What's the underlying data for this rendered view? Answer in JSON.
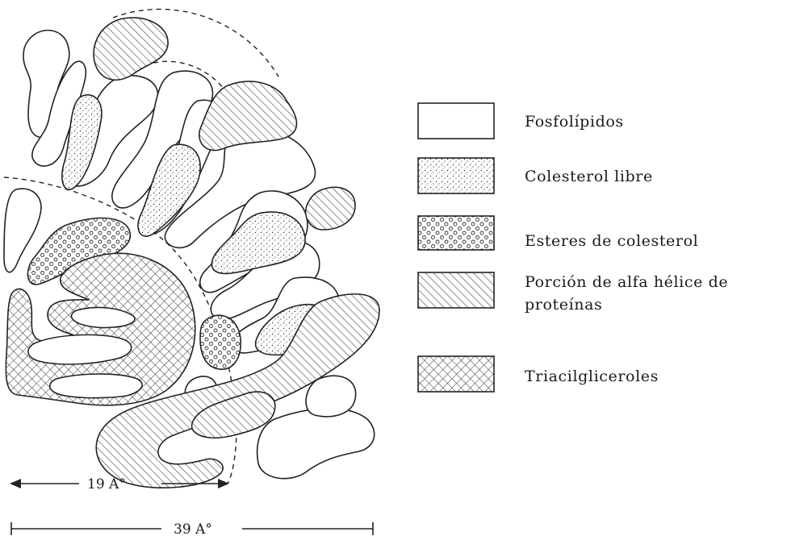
{
  "legend": {
    "items": [
      {
        "label": "Fosfolípidos",
        "pattern": "phospholipid"
      },
      {
        "label": "Colesterol libre",
        "pattern": "free-cholesterol"
      },
      {
        "label": "Esteres de colesterol",
        "pattern": "cholesterol-ester"
      },
      {
        "label": "Porción de alfa hélice de",
        "label2": "proteínas",
        "pattern": "alpha-helix"
      },
      {
        "label": "Triacilgliceroles",
        "pattern": "triacylglycerol"
      }
    ]
  },
  "scales": {
    "inner": "19 A°",
    "outer": "39 A°"
  },
  "colors": {
    "ink": "#222222",
    "background": "#ffffff"
  }
}
